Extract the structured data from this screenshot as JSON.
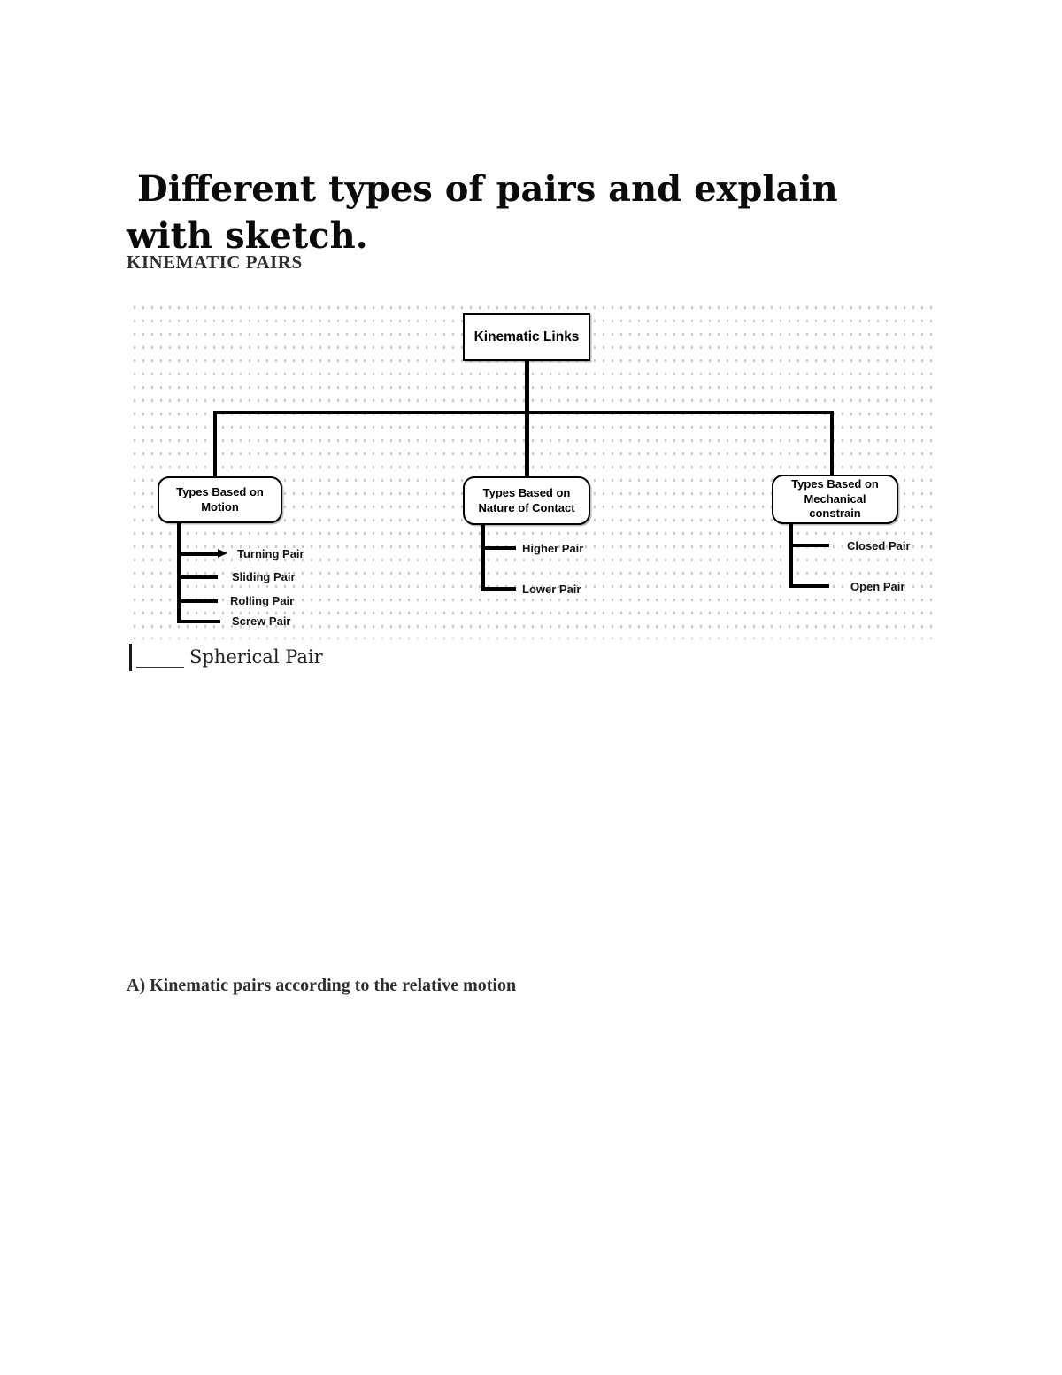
{
  "document": {
    "title_lines": {
      "line1": "Different types of pairs and explain",
      "line2": "with sketch."
    },
    "subtitle": "KINEMATIC PAIRS",
    "spherical_note": "Spherical Pair",
    "section_heading": "A) Kinematic pairs according to the relative motion"
  },
  "diagram": {
    "root_label": "Kinematic Links",
    "branches": [
      {
        "label": "Types Based on Motion",
        "children": [
          "Turning Pair",
          "Sliding Pair",
          "Rolling Pair",
          "Screw Pair"
        ]
      },
      {
        "label": "Types Based on Nature of Contact",
        "children": [
          "Higher Pair",
          "Lower Pair"
        ]
      },
      {
        "label": "Types Based on Mechanical constrain",
        "children": [
          "Closed Pair",
          "Open Pair"
        ]
      }
    ],
    "colors": {
      "line": "#000000",
      "box_border": "#000000",
      "dot_grid": "#c8c8c8",
      "text": "#161616"
    }
  }
}
